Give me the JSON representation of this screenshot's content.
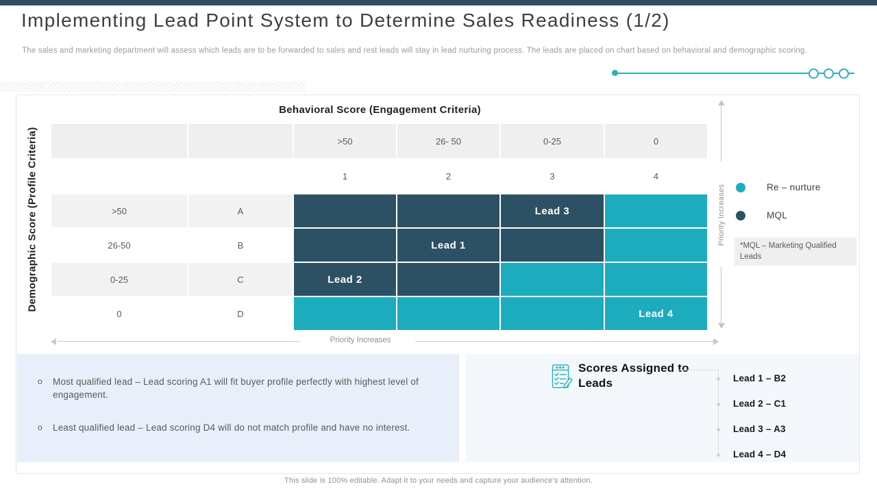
{
  "slide": {
    "title": "Implementing Lead Point System to Determine Sales Readiness (1/2)",
    "subtitle": "The sales and marketing department will assess which leads are to be forwarded to sales and rest leads will stay in lead nurturing process. The leads are placed on chart based on behavioral and demographic scoring.",
    "footer": "This slide is 100% editable. Adapt it to your needs and capture your audience's attention.",
    "bullet_marker": "o"
  },
  "colors": {
    "accent_teal": "#1CACBE",
    "navy": "#2D5164",
    "top_bar": "#2E4D60",
    "bullet_box_bg": "#E8EFFA",
    "scores_panel_bg": "#F4F8FC",
    "header_band_bg": "#EFEFEF"
  },
  "matrix": {
    "column_axis_title": "Behavioral Score (Engagement Criteria)",
    "row_axis_title": "Demographic Score (Profile Criteria)",
    "column_ranges": [
      ">50",
      "26- 50",
      "0-25",
      "0"
    ],
    "column_numbers": [
      "1",
      "2",
      "3",
      "4"
    ],
    "rows": [
      {
        "range": ">50",
        "letter": "A",
        "cells": [
          {
            "type": "MQL",
            "label": ""
          },
          {
            "type": "MQL",
            "label": ""
          },
          {
            "type": "MQL",
            "label": "Lead 3"
          },
          {
            "type": "Re-nurture",
            "label": ""
          }
        ]
      },
      {
        "range": "26-50",
        "letter": "B",
        "cells": [
          {
            "type": "MQL",
            "label": ""
          },
          {
            "type": "MQL",
            "label": "Lead 1"
          },
          {
            "type": "MQL",
            "label": ""
          },
          {
            "type": "Re-nurture",
            "label": ""
          }
        ]
      },
      {
        "range": "0-25",
        "letter": "C",
        "cells": [
          {
            "type": "MQL",
            "label": "Lead 2"
          },
          {
            "type": "MQL",
            "label": ""
          },
          {
            "type": "Re-nurture",
            "label": ""
          },
          {
            "type": "Re-nurture",
            "label": ""
          }
        ]
      },
      {
        "range": "0",
        "letter": "D",
        "cells": [
          {
            "type": "Re-nurture",
            "label": ""
          },
          {
            "type": "Re-nurture",
            "label": ""
          },
          {
            "type": "Re-nurture",
            "label": ""
          },
          {
            "type": "Re-nurture",
            "label": "Lead 4"
          }
        ]
      }
    ],
    "vertical_arrow_label": "Priority Increases",
    "horizontal_arrow_label": "Priority Increases"
  },
  "legend": {
    "items": [
      {
        "label": "Re – nurture",
        "color": "#1CACBE"
      },
      {
        "label": "MQL",
        "color": "#2D5164"
      }
    ],
    "note": "*MQL – Marketing Qualified Leads"
  },
  "bullets": [
    "Most qualified lead –  Lead scoring A1 will fit buyer profile perfectly with highest level of engagement.",
    "Least qualified lead – Lead scoring D4 will do not match profile and have no interest."
  ],
  "scores": {
    "title": "Scores Assigned to Leads",
    "items": [
      "Lead 1 – B2",
      "Lead 2 – C1",
      "Lead 3 – A3",
      "Lead 4 – D4"
    ]
  },
  "chart_data": {
    "type": "heatmap",
    "title": "Lead scoring matrix",
    "x_axis": {
      "label": "Behavioral Score (Engagement Criteria)",
      "categories": [
        ">50",
        "26- 50",
        "0-25",
        "0"
      ],
      "numbers": [
        1,
        2,
        3,
        4
      ]
    },
    "y_axis": {
      "label": "Demographic Score (Profile Criteria)",
      "categories": [
        ">50",
        "26-50",
        "0-25",
        "0"
      ],
      "letters": [
        "A",
        "B",
        "C",
        "D"
      ]
    },
    "cells": [
      [
        "MQL",
        "MQL",
        "MQL",
        "Re-nurture"
      ],
      [
        "MQL",
        "MQL",
        "MQL",
        "Re-nurture"
      ],
      [
        "MQL",
        "MQL",
        "Re-nurture",
        "Re-nurture"
      ],
      [
        "Re-nurture",
        "Re-nurture",
        "Re-nurture",
        "Re-nurture"
      ]
    ],
    "annotations": [
      {
        "label": "Lead 3",
        "row": "A",
        "col": 3
      },
      {
        "label": "Lead 1",
        "row": "B",
        "col": 2
      },
      {
        "label": "Lead 2",
        "row": "C",
        "col": 1
      },
      {
        "label": "Lead 4",
        "row": "D",
        "col": 4
      }
    ],
    "legend_entries": [
      "Re – nurture",
      "MQL"
    ],
    "legend_position": "right"
  }
}
